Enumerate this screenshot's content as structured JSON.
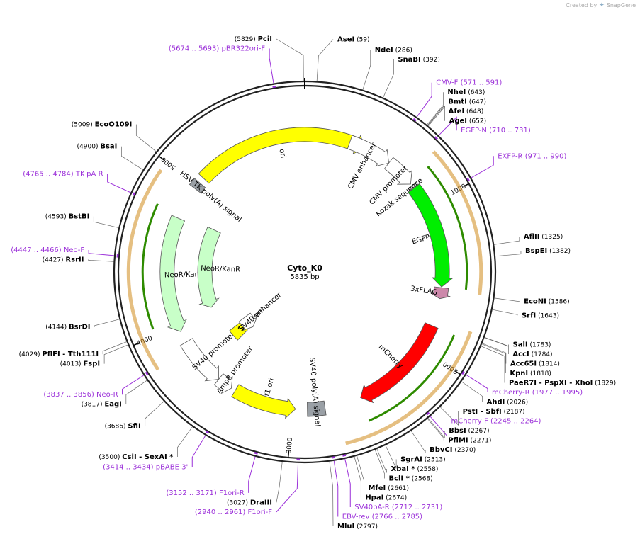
{
  "branding": {
    "created_by": "Created by",
    "app": "SnapGene"
  },
  "plasmid": {
    "name": "Cyto_K0",
    "length_text": "5835 bp",
    "length": 5835
  },
  "ticks": [
    {
      "pos": 1000,
      "label": "1000"
    },
    {
      "pos": 2000,
      "label": "2000"
    },
    {
      "pos": 3000,
      "label": "3000"
    },
    {
      "pos": 4000,
      "label": "4000"
    },
    {
      "pos": 5000,
      "label": "5000"
    }
  ],
  "features": [
    {
      "id": "ori",
      "label": "ori",
      "color": "#ffff00",
      "dir": "cw",
      "start": 5070,
      "end": 420,
      "r": 0.73,
      "style": "arrow"
    },
    {
      "id": "cmv-enhancer",
      "label": "CMV enhancer",
      "color": "#ffffff",
      "dir": "cw",
      "start": 310,
      "end": 610,
      "r": 0.73,
      "style": "arrow"
    },
    {
      "id": "cmv-promoter",
      "label": "CMV promoter",
      "color": "#ffffff",
      "dir": "cw",
      "start": 610,
      "end": 815,
      "r": 0.73,
      "style": "arrow"
    },
    {
      "id": "kozak",
      "label": "Kozak sequence",
      "color": "#888888",
      "dir": "none",
      "start": 830,
      "end": 845,
      "r": 0.73,
      "style": "tick"
    },
    {
      "id": "egfp",
      "label": "EGFP",
      "color": "#00ee00",
      "dir": "cw",
      "start": 850,
      "end": 1560,
      "r": 0.73,
      "style": "arrow"
    },
    {
      "id": "3xflag",
      "label": "3xFLAG",
      "color": "#cc88aa",
      "dir": "cw",
      "start": 1565,
      "end": 1640,
      "r": 0.73,
      "style": "arrow"
    },
    {
      "id": "mcherry",
      "label": "mCherry",
      "color": "#ff0000",
      "dir": "cw",
      "start": 1830,
      "end": 2530,
      "r": 0.73,
      "style": "arrow"
    },
    {
      "id": "sv40-polya",
      "label": "SV40 poly(A) signal",
      "color": "#9aa0a6",
      "dir": "none",
      "start": 2780,
      "end": 2900,
      "r": 0.73,
      "style": "box"
    },
    {
      "id": "f1-ori",
      "label": "f1 ori",
      "color": "#ffff00",
      "dir": "ccw",
      "start": 2980,
      "end": 3410,
      "r": 0.73,
      "style": "arrow"
    },
    {
      "id": "ampr-promoter",
      "label": "AmpR promoter",
      "color": "#ffffff",
      "dir": "ccw",
      "start": 3440,
      "end": 3545,
      "r": 0.73,
      "style": "arrow"
    },
    {
      "id": "sv40-promoter",
      "label": "SV40 promoter",
      "color": "#ffffff",
      "dir": "ccw",
      "start": 3545,
      "end": 3880,
      "r": 0.73,
      "style": "arrow"
    },
    {
      "id": "neor-1",
      "label": "NeoR/KanR",
      "color": "#c8ffc8",
      "dir": "ccw",
      "start": 3960,
      "end": 4750,
      "r": 0.73,
      "style": "arrow"
    },
    {
      "id": "hsv-tk",
      "label": "HSV TK poly(A) signal",
      "color": "#9aa0a6",
      "dir": "none",
      "start": 4980,
      "end": 5030,
      "r": 0.73,
      "style": "box"
    },
    {
      "id": "sv40-ori",
      "label": "SV40 ori",
      "color": "#ffff00",
      "dir": "none",
      "start": 3640,
      "end": 3760,
      "r": 0.47,
      "style": "box"
    },
    {
      "id": "sv40-enhancer",
      "label": "SV40 enhancer",
      "color": "#ffffff",
      "dir": "ccw",
      "start": 3620,
      "end": 3775,
      "r": 0.4,
      "style": "arrow"
    },
    {
      "id": "neor-2",
      "label": "NeoR/KanR",
      "color": "#c8ffc8",
      "dir": "ccw",
      "start": 4040,
      "end": 4780,
      "r": 0.53,
      "style": "arrow"
    },
    {
      "id": "egfp-strand",
      "label": "",
      "color": "#2e8b00",
      "dir": "cw",
      "start": 800,
      "end": 1560,
      "r": 0.86,
      "style": "thin"
    },
    {
      "id": "mcherry-strand",
      "label": "",
      "color": "#2e8b00",
      "dir": "ccw",
      "start": 1830,
      "end": 2540,
      "r": 0.86,
      "style": "thin"
    },
    {
      "id": "neo-strand",
      "label": "",
      "color": "#2e8b00",
      "dir": "ccw",
      "start": 4040,
      "end": 4780,
      "r": 0.86,
      "style": "thin"
    },
    {
      "id": "orange-1",
      "label": "",
      "color": "#d08a1a",
      "dir": "cw",
      "start": 760,
      "end": 1580,
      "r": 0.935,
      "style": "thin"
    },
    {
      "id": "orange-2",
      "label": "",
      "color": "#d08a1a",
      "dir": "ccw",
      "start": 1780,
      "end": 2700,
      "r": 0.935,
      "style": "thin"
    },
    {
      "id": "orange-3",
      "label": "",
      "color": "#d08a1a",
      "dir": "cw",
      "start": 3830,
      "end": 4950,
      "r": 0.935,
      "style": "thin"
    }
  ],
  "enzymes": [
    {
      "name": "PciI",
      "pos_text": "(5829)",
      "pos": 5829,
      "side": "left"
    },
    {
      "name": "AseI",
      "pos_text": "(59)",
      "pos": 59,
      "side": "right"
    },
    {
      "name": "NdeI",
      "pos_text": "(286)",
      "pos": 286,
      "side": "right"
    },
    {
      "name": "SnaBI",
      "pos_text": "(392)",
      "pos": 392,
      "side": "right"
    },
    {
      "name": "NheI",
      "pos_text": "(643)",
      "pos": 643,
      "side": "right"
    },
    {
      "name": "BmtI",
      "pos_text": "(647)",
      "pos": 647,
      "side": "right"
    },
    {
      "name": "AfeI",
      "pos_text": "(648)",
      "pos": 648,
      "side": "right"
    },
    {
      "name": "AgeI",
      "pos_text": "(652)",
      "pos": 652,
      "side": "right"
    },
    {
      "name": "AflII",
      "pos_text": "(1325)",
      "pos": 1325,
      "side": "right"
    },
    {
      "name": "BspEI",
      "pos_text": "(1382)",
      "pos": 1382,
      "side": "right"
    },
    {
      "name": "EcoNI",
      "pos_text": "(1586)",
      "pos": 1586,
      "side": "right"
    },
    {
      "name": "SrfI",
      "pos_text": "(1643)",
      "pos": 1643,
      "side": "right"
    },
    {
      "name": "SalI",
      "pos_text": "(1783)",
      "pos": 1783,
      "side": "right"
    },
    {
      "name": "AccI",
      "pos_text": "(1784)",
      "pos": 1784,
      "side": "right"
    },
    {
      "name": "Acc65I",
      "pos_text": "(1814)",
      "pos": 1814,
      "side": "right"
    },
    {
      "name": "KpnI",
      "pos_text": "(1818)",
      "pos": 1818,
      "side": "right"
    },
    {
      "name": "PaeR7I - PspXI - XhoI",
      "pos_text": "(1829)",
      "pos": 1829,
      "side": "right"
    },
    {
      "name": "AhdI",
      "pos_text": "(2026)",
      "pos": 2026,
      "side": "right"
    },
    {
      "name": "PstI - SbfI",
      "pos_text": "(2187)",
      "pos": 2187,
      "side": "right"
    },
    {
      "name": "BbsI",
      "pos_text": "(2267)",
      "pos": 2267,
      "side": "right"
    },
    {
      "name": "PflMI",
      "pos_text": "(2271)",
      "pos": 2271,
      "side": "right"
    },
    {
      "name": "BbvCI",
      "pos_text": "(2370)",
      "pos": 2370,
      "side": "right"
    },
    {
      "name": "SgrAI",
      "pos_text": "(2513)",
      "pos": 2513,
      "side": "right"
    },
    {
      "name": "XbaI *",
      "pos_text": "(2558)",
      "pos": 2558,
      "side": "right"
    },
    {
      "name": "BclI *",
      "pos_text": "(2568)",
      "pos": 2568,
      "side": "right"
    },
    {
      "name": "MfeI",
      "pos_text": "(2661)",
      "pos": 2661,
      "side": "right"
    },
    {
      "name": "HpaI",
      "pos_text": "(2674)",
      "pos": 2674,
      "side": "right"
    },
    {
      "name": "MluI",
      "pos_text": "(2797)",
      "pos": 2797,
      "side": "right"
    },
    {
      "name": "DraIII",
      "pos_text": "(3027)",
      "pos": 3027,
      "side": "left"
    },
    {
      "name": "CsiI - SexAI *",
      "pos_text": "(3500)",
      "pos": 3500,
      "side": "left"
    },
    {
      "name": "SfiI",
      "pos_text": "(3686)",
      "pos": 3686,
      "side": "left"
    },
    {
      "name": "EagI",
      "pos_text": "(3817)",
      "pos": 3817,
      "side": "left"
    },
    {
      "name": "FspI",
      "pos_text": "(4013)",
      "pos": 4013,
      "side": "left"
    },
    {
      "name": "PflFI - Tth111I",
      "pos_text": "(4029)",
      "pos": 4029,
      "side": "left"
    },
    {
      "name": "BsrDI",
      "pos_text": "(4144)",
      "pos": 4144,
      "side": "left"
    },
    {
      "name": "RsrII",
      "pos_text": "(4427)",
      "pos": 4427,
      "side": "left"
    },
    {
      "name": "BstBI",
      "pos_text": "(4593)",
      "pos": 4593,
      "side": "left"
    },
    {
      "name": "BsaI",
      "pos_text": "(4900)",
      "pos": 4900,
      "side": "left"
    },
    {
      "name": "EcoO109I",
      "pos_text": "(5009)",
      "pos": 5009,
      "side": "left"
    }
  ],
  "primers": [
    {
      "name": "pBR322ori-F",
      "range_text": "(5674 .. 5693)",
      "pos": 5683,
      "side": "left"
    },
    {
      "name": "CMV-F",
      "range_text": "(571 .. 591)",
      "pos": 581,
      "side": "right"
    },
    {
      "name": "EGFP-N",
      "range_text": "(710 .. 731)",
      "pos": 720,
      "side": "right"
    },
    {
      "name": "EXFP-R",
      "range_text": "(971 .. 990)",
      "pos": 980,
      "side": "right"
    },
    {
      "name": "mCherry-R",
      "range_text": "(1977 .. 1995)",
      "pos": 1986,
      "side": "right"
    },
    {
      "name": "mCherry-F",
      "range_text": "(2245 .. 2264)",
      "pos": 2254,
      "side": "right"
    },
    {
      "name": "SV40pA-R",
      "range_text": "(2712 .. 2731)",
      "pos": 2721,
      "side": "right"
    },
    {
      "name": "EBV-rev",
      "range_text": "(2766 .. 2785)",
      "pos": 2775,
      "side": "right"
    },
    {
      "name": "F1ori-F",
      "range_text": "(2940 .. 2961)",
      "pos": 2950,
      "side": "left"
    },
    {
      "name": "F1ori-R",
      "range_text": "(3152 .. 3171)",
      "pos": 3161,
      "side": "left"
    },
    {
      "name": "pBABE 3'",
      "range_text": "(3414 .. 3434)",
      "pos": 3424,
      "side": "left"
    },
    {
      "name": "Neo-R",
      "range_text": "(3837 .. 3856)",
      "pos": 3846,
      "side": "left"
    },
    {
      "name": "Neo-F",
      "range_text": "(4447 .. 4466)",
      "pos": 4456,
      "side": "left"
    },
    {
      "name": "TK-pA-R",
      "range_text": "(4765 .. 4784)",
      "pos": 4774,
      "side": "left"
    }
  ],
  "colors": {
    "primer": "#9b30d9",
    "backbone": "#222222"
  }
}
